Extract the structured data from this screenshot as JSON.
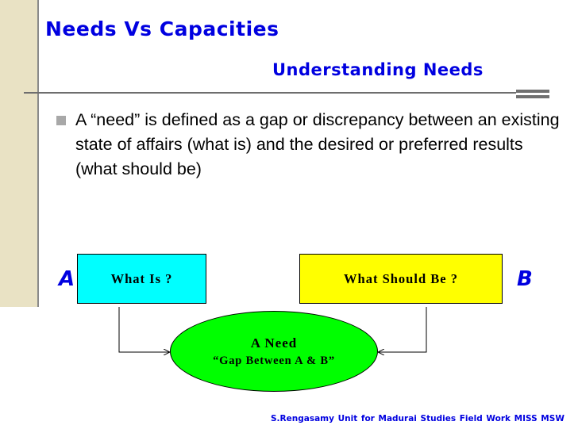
{
  "slide": {
    "title": "Needs Vs Capacities",
    "subtitle": "Understanding Needs",
    "bullet_text": "A “need” is defined as a gap or discrepancy between an existing state of affairs (what is) and the desired or preferred results (what should be)",
    "footer": "S.Rengasamy  Unit for Madurai Studies Field Work MISS MSW"
  },
  "diagram": {
    "label_left": "A",
    "label_right": "B",
    "box_left": "What Is ?",
    "box_right": "What Should Be ?",
    "center_title": "A Need",
    "center_sub": "“Gap Between A & B”"
  },
  "colors": {
    "title": "#0000e0",
    "box_left_fill": "#00ffff",
    "box_right_fill": "#ffff00",
    "ellipse_fill": "#00ff00",
    "side_band": "#e9e2c4"
  }
}
